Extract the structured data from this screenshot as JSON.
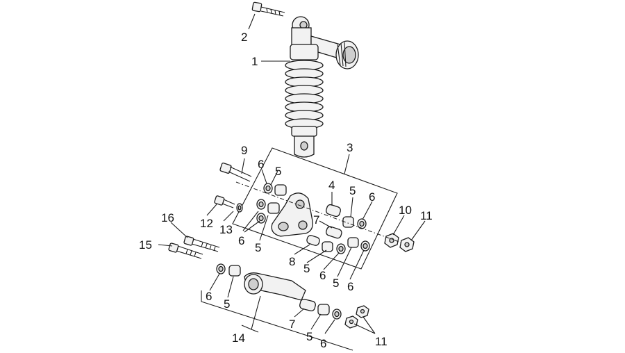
{
  "callouts": {
    "c1": "1",
    "c2": "2",
    "c3": "3",
    "c4": "4",
    "c5": "5",
    "c6": "6",
    "c7": "7",
    "c8": "8",
    "c9": "9",
    "c10": "10",
    "c11": "11",
    "c12": "12",
    "c13": "13",
    "c14": "14",
    "c15": "15",
    "c16": "16"
  },
  "colors": {
    "ink": "#1a1a1a",
    "fill": "#f2f2f2",
    "shade": "#cfcfcf"
  }
}
